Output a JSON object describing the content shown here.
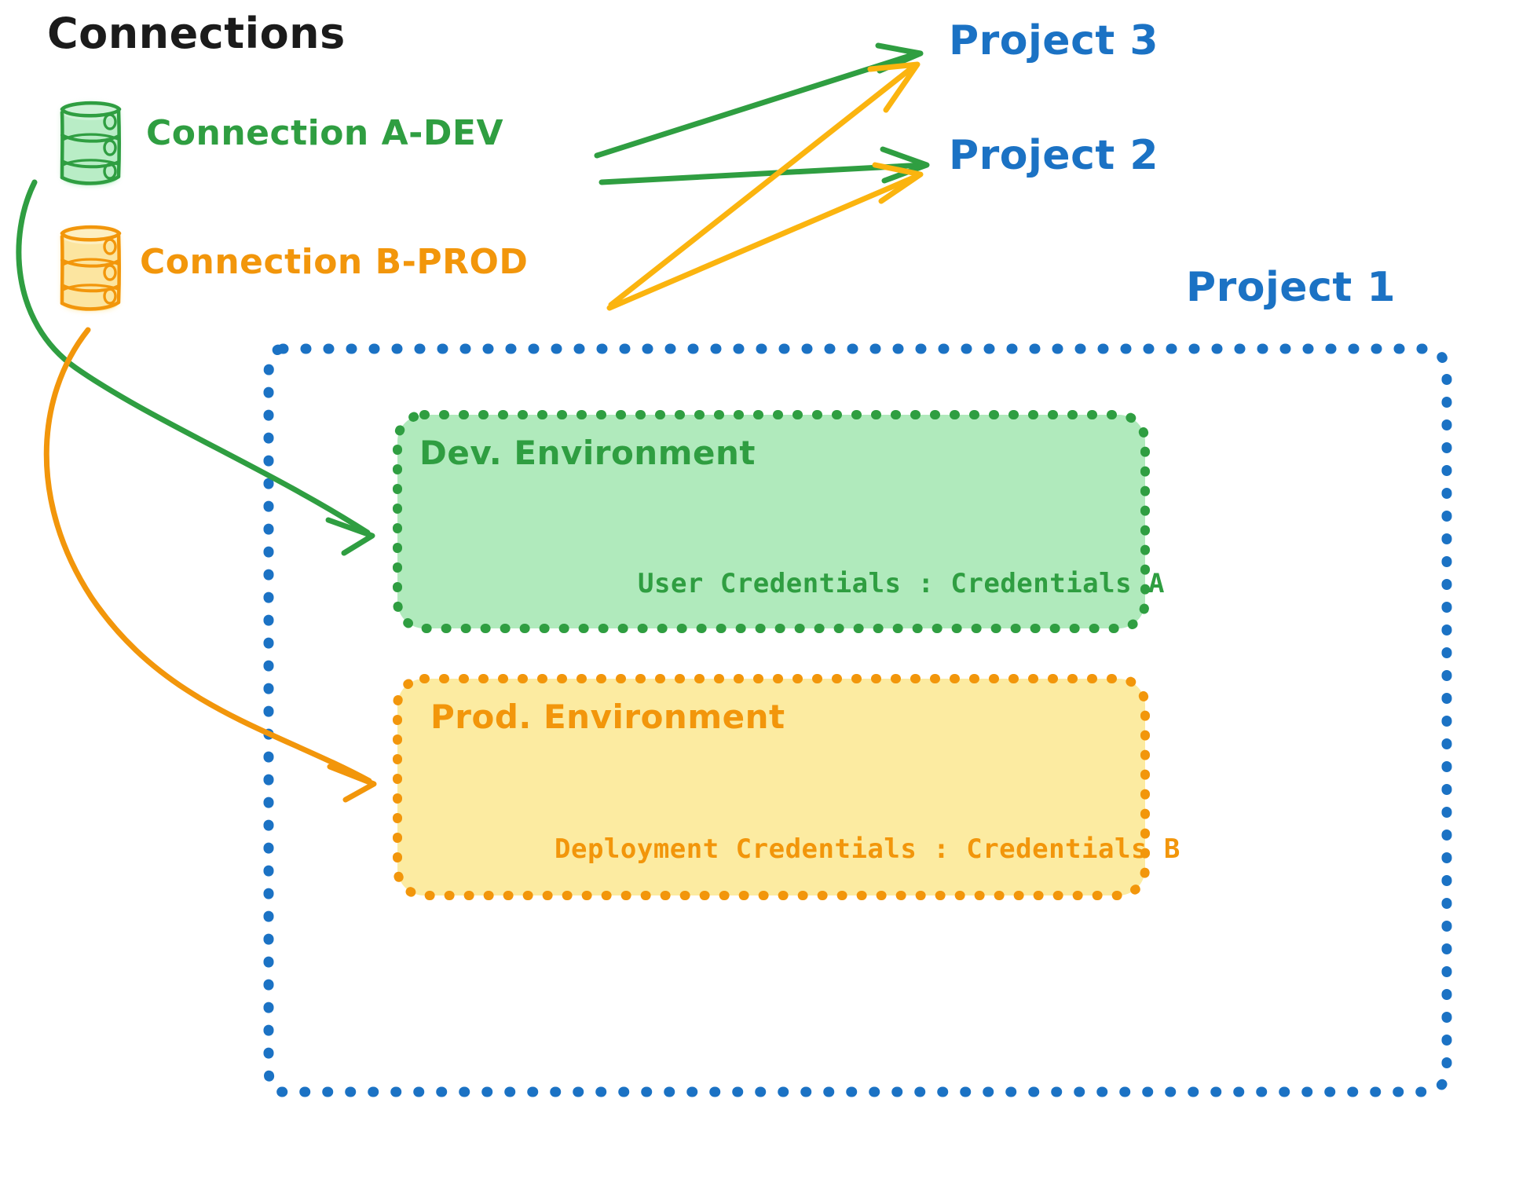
{
  "diagram": {
    "title": "Connections",
    "background_color": "#ffffff",
    "colors": {
      "green_stroke": "#2f9e41",
      "green_fill": "#b0eabc",
      "orange_stroke": "#f2960b",
      "orange_fill": "#fceba1",
      "blue_stroke": "#1b72c4",
      "arrow_green": "#2f9e41",
      "arrow_orange": "#fbb40f",
      "title_color": "#1b1b1b"
    },
    "connections": [
      {
        "id": "connection-a-dev",
        "label": "Connection A-DEV",
        "color": "#2f9e41",
        "icon": "database-cylinder-icon",
        "targets": [
          "Project 3",
          "Project 2",
          "Dev. Environment"
        ]
      },
      {
        "id": "connection-b-prod",
        "label": "Connection B-PROD",
        "color": "#f2960b",
        "icon": "database-cylinder-icon",
        "targets": [
          "Project 3",
          "Project 2",
          "Prod. Environment"
        ]
      }
    ],
    "projects": [
      {
        "id": "project-3",
        "label": "Project 3"
      },
      {
        "id": "project-2",
        "label": "Project 2"
      },
      {
        "id": "project-1",
        "label": "Project 1"
      }
    ],
    "project_1_container": {
      "label": "Project 1",
      "border_style": "dotted",
      "border_color": "#1b72c4",
      "environments": [
        {
          "id": "dev-environment",
          "label": "Dev. Environment",
          "fill": "#b0eabc",
          "border_color": "#2f9e41",
          "credential_key": "User Credentials",
          "credential_separator": ":",
          "credential_value": "Credentials A",
          "credential_line": "User Credentials : Credentials A"
        },
        {
          "id": "prod-environment",
          "label": "Prod. Environment",
          "fill": "#fceba1",
          "border_color": "#f2960b",
          "credential_key": "Deployment Credentials",
          "credential_separator": ":",
          "credential_value": "Credentials B",
          "credential_line": "Deployment Credentials : Credentials B"
        }
      ]
    }
  }
}
